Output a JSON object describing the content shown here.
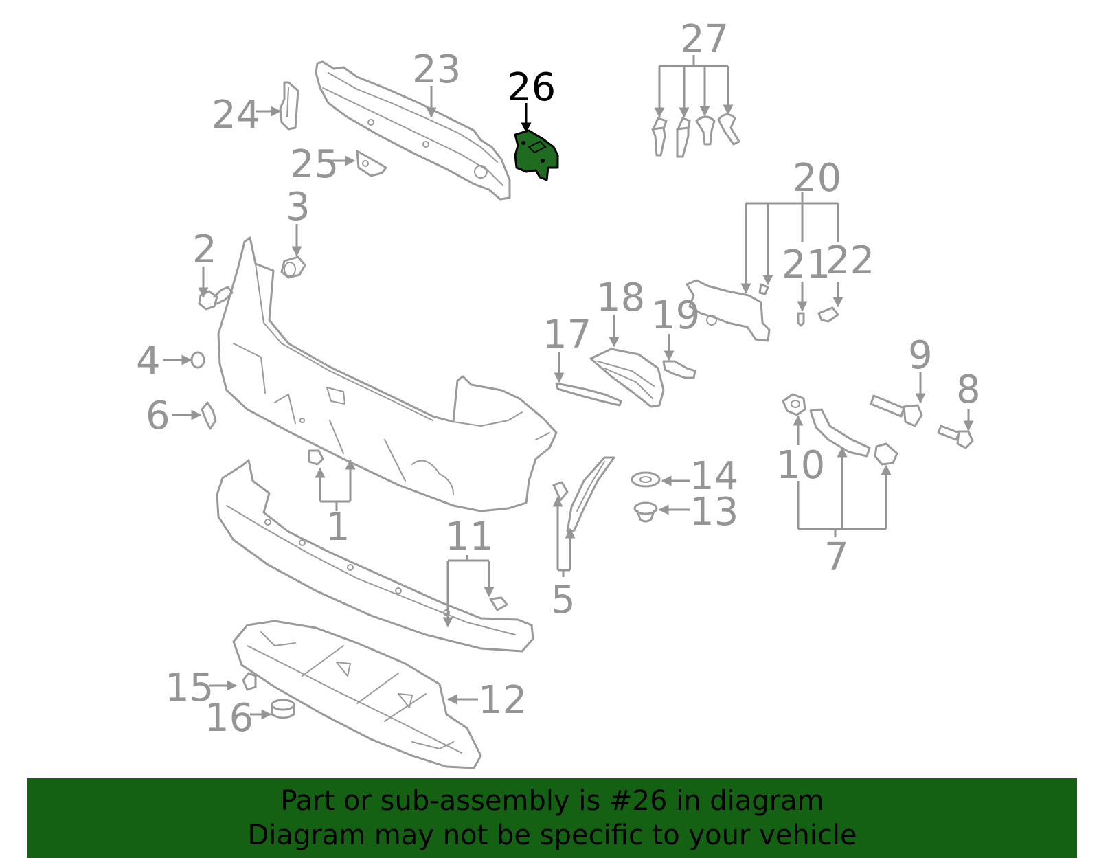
{
  "banner": {
    "line1": "Part or sub-assembly is #26 in diagram",
    "line2": "Diagram may not be specific to your vehicle"
  },
  "colors": {
    "banner_bg": "#146114",
    "highlight_part": "#1f6b1f",
    "line": "#9a9a9a",
    "callout_gray": "#959595",
    "callout_highlight": "#000000"
  },
  "highlighted_callout": "26",
  "callouts": {
    "c1": "1",
    "c2": "2",
    "c3": "3",
    "c4": "4",
    "c5": "5",
    "c6": "6",
    "c7": "7",
    "c8": "8",
    "c9": "9",
    "c10": "10",
    "c11": "11",
    "c12": "12",
    "c13": "13",
    "c14": "14",
    "c15": "15",
    "c16": "16",
    "c17": "17",
    "c18": "18",
    "c19": "19",
    "c20": "20",
    "c21": "21",
    "c22": "22",
    "c23": "23",
    "c24": "24",
    "c25": "25",
    "c26": "26",
    "c27": "27"
  }
}
